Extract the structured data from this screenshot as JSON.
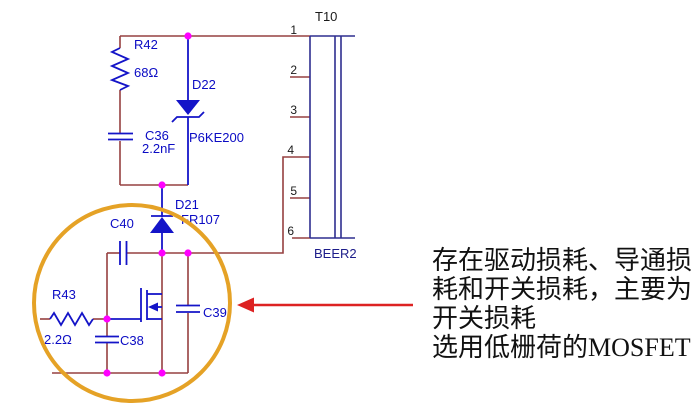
{
  "components": {
    "r42": {
      "ref": "R42",
      "value": "68Ω"
    },
    "c36": {
      "ref": "C36",
      "value": "2.2nF"
    },
    "d22": {
      "ref": "D22",
      "value": "P6KE200"
    },
    "d21": {
      "ref": "D21",
      "value": "FR107"
    },
    "c40": {
      "ref": "C40"
    },
    "r43": {
      "ref": "R43",
      "value": "2.2Ω"
    },
    "c38": {
      "ref": "C38"
    },
    "c39": {
      "ref": "C39"
    }
  },
  "transformer": {
    "ref": "T10",
    "part_label": "BEER2",
    "pins": [
      "1",
      "2",
      "3",
      "4",
      "5",
      "6"
    ]
  },
  "annotation": {
    "lines": [
      "存在驱动损耗、导通损",
      "耗和开关损耗，主要为",
      "开关损耗",
      "选用低栅荷的MOSFET"
    ]
  },
  "colors": {
    "wire": "#964040",
    "component": "#1414c8",
    "transformer": "#2e2e8f",
    "junction_dot": "#ff00ff",
    "highlight_circle": "#e5a226",
    "callout_arrow": "#dd2222",
    "annotation_text": "#111111",
    "background": "#ffffff"
  }
}
